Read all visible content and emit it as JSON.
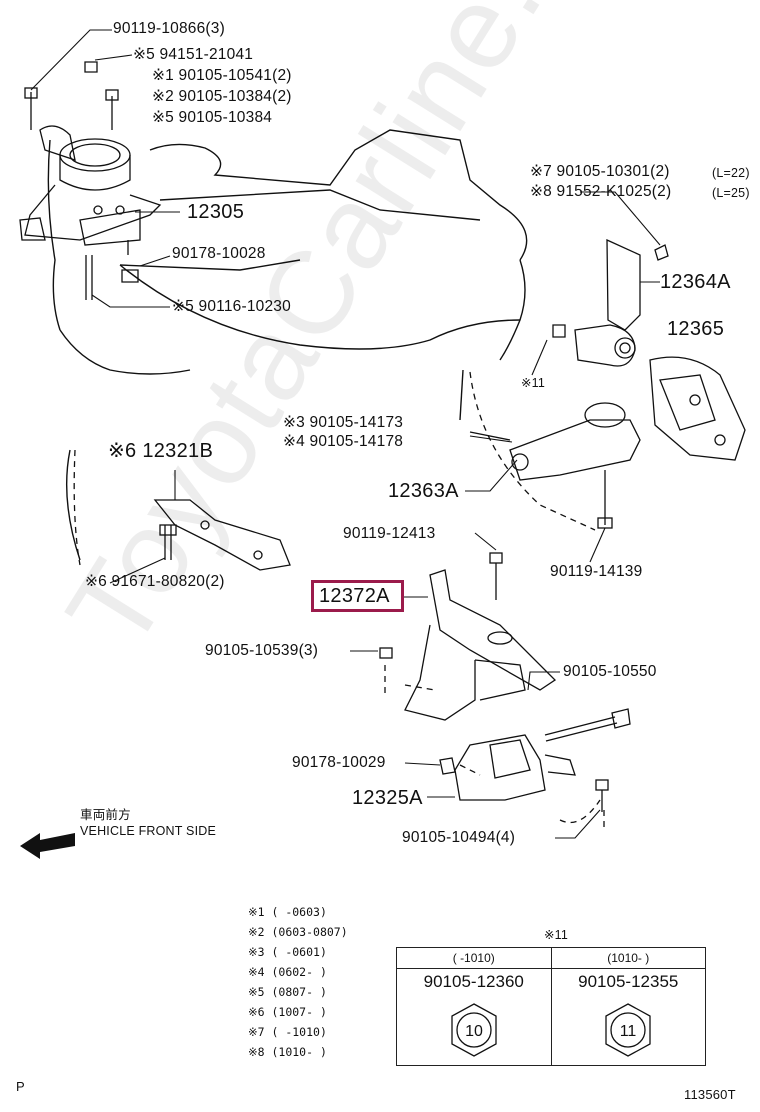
{
  "parts": {
    "p1": "90119-10866(3)",
    "p2": "※5  94151-21041",
    "p3": "※1  90105-10541(2)",
    "p4": "※2  90105-10384(2)",
    "p5": "※5  90105-10384",
    "p6": "12305",
    "p7": "90178-10028",
    "p8": "※5  90116-10230",
    "p9": "※7  90105-10301(2)",
    "p9b": "(L=22)",
    "p10": "※8  91552-K1025(2)",
    "p10b": "(L=25)",
    "p11": "12364A",
    "p12": "12365",
    "p13": "※11",
    "p14": "※3  90105-14173",
    "p15": "※4  90105-14178",
    "p16": "12363A",
    "p17": "※6  12321B",
    "p18": "90119-12413",
    "p19": "90119-14139",
    "p20": "12372A",
    "p21": "※6  91671-80820(2)",
    "p22": "90105-10539(3)",
    "p23": "90105-10550",
    "p24": "90178-10029",
    "p25": "12325A",
    "p26": "90105-10494(4)"
  },
  "direction": {
    "jp": "車両前方",
    "en": "VEHICLE FRONT SIDE"
  },
  "notes": [
    "※1 (     -0603)",
    "※2 (0603-0807)",
    "※3 (     -0601)",
    "※4 (0602-     )",
    "※5 (0807-     )",
    "※6 (1007-     )",
    "※7 (     -1010)",
    "※8 (1010-     )"
  ],
  "ref_table": {
    "title": "※11",
    "col1_range": "(     -1010)",
    "col2_range": "(1010-     )",
    "col1_part": "90105-12360",
    "col2_part": "90105-12355",
    "bolt1": "10",
    "bolt2": "11"
  },
  "watermark": "ToyotaCarline.ru",
  "footer_left": "P",
  "footer_right": "113560T",
  "colors": {
    "highlight": "#9b1b4b",
    "line": "#111111"
  }
}
